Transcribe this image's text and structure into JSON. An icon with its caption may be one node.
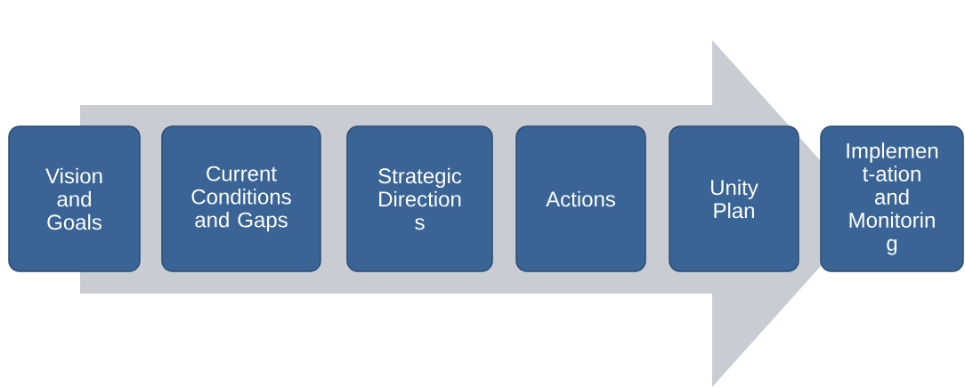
{
  "diagram": {
    "nodes": [
      {
        "text": [
          "Vision and Goals"
        ]
      },
      {
        "text": [
          "Current Conditions and Gaps"
        ]
      },
      {
        "text": [
          "Strategic Direction s"
        ]
      },
      {
        "text": [
          "Actions"
        ]
      },
      {
        "text": [
          "Unity Plan"
        ]
      },
      {
        "text": [
          "Implemen t-ation and Monitorin g"
        ]
      }
    ]
  }
}
